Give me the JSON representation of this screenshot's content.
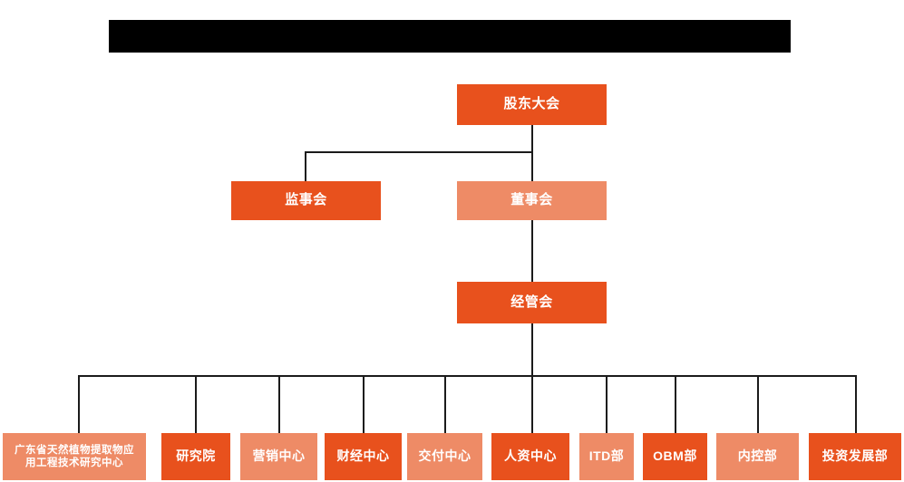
{
  "chart_data": {
    "type": "diagram",
    "diagram_kind": "organization-chart",
    "title": "",
    "title_redacted": true,
    "orientation": "top-down",
    "palette": {
      "dark_orange": "#E8511D",
      "light_orange": "#EE8B66",
      "connector": "#1b1b1b",
      "label_text": "#ffffff",
      "background": "#ffffff",
      "redaction": "#000000"
    },
    "levels": [
      {
        "level": 1,
        "nodes": [
          "shareholders-meeting"
        ]
      },
      {
        "level": 2,
        "nodes": [
          "board-of-supervisors",
          "board-of-directors"
        ]
      },
      {
        "level": 3,
        "nodes": [
          "management-committee"
        ]
      },
      {
        "level": 4,
        "nodes": [
          "gd-research-center",
          "research-institute",
          "marketing-center",
          "finance-center",
          "delivery-center",
          "hr-center",
          "itd-dept",
          "obm-dept",
          "internal-control-dept",
          "investment-dev-dept"
        ]
      }
    ],
    "edges": [
      {
        "from": "shareholders-meeting",
        "to": "board-of-supervisors"
      },
      {
        "from": "shareholders-meeting",
        "to": "board-of-directors"
      },
      {
        "from": "board-of-directors",
        "to": "management-committee"
      },
      {
        "from": "management-committee",
        "to": "gd-research-center"
      },
      {
        "from": "management-committee",
        "to": "research-institute"
      },
      {
        "from": "management-committee",
        "to": "marketing-center"
      },
      {
        "from": "management-committee",
        "to": "finance-center"
      },
      {
        "from": "management-committee",
        "to": "delivery-center"
      },
      {
        "from": "management-committee",
        "to": "hr-center"
      },
      {
        "from": "management-committee",
        "to": "itd-dept"
      },
      {
        "from": "management-committee",
        "to": "obm-dept"
      },
      {
        "from": "management-committee",
        "to": "internal-control-dept"
      },
      {
        "from": "management-committee",
        "to": "investment-dev-dept"
      }
    ]
  },
  "header": {
    "redacted_bar_label": ""
  },
  "nodes": {
    "shareholders_meeting": {
      "label": "股东大会",
      "color": "dark"
    },
    "board_of_supervisors": {
      "label": "监事会",
      "color": "dark"
    },
    "board_of_directors": {
      "label": "董事会",
      "color": "light"
    },
    "management_committee": {
      "label": "经管会",
      "color": "dark"
    }
  },
  "departments": [
    {
      "label": "广东省天然植物提取物应\n用工程技术研究中心",
      "color": "light"
    },
    {
      "label": "研究院",
      "color": "dark"
    },
    {
      "label": "营销中心",
      "color": "light"
    },
    {
      "label": "财经中心",
      "color": "dark"
    },
    {
      "label": "交付中心",
      "color": "light"
    },
    {
      "label": "人资中心",
      "color": "dark"
    },
    {
      "label": "ITD部",
      "color": "light"
    },
    {
      "label": "OBM部",
      "color": "dark"
    },
    {
      "label": "内控部",
      "color": "light"
    },
    {
      "label": "投资发展部",
      "color": "dark"
    }
  ]
}
